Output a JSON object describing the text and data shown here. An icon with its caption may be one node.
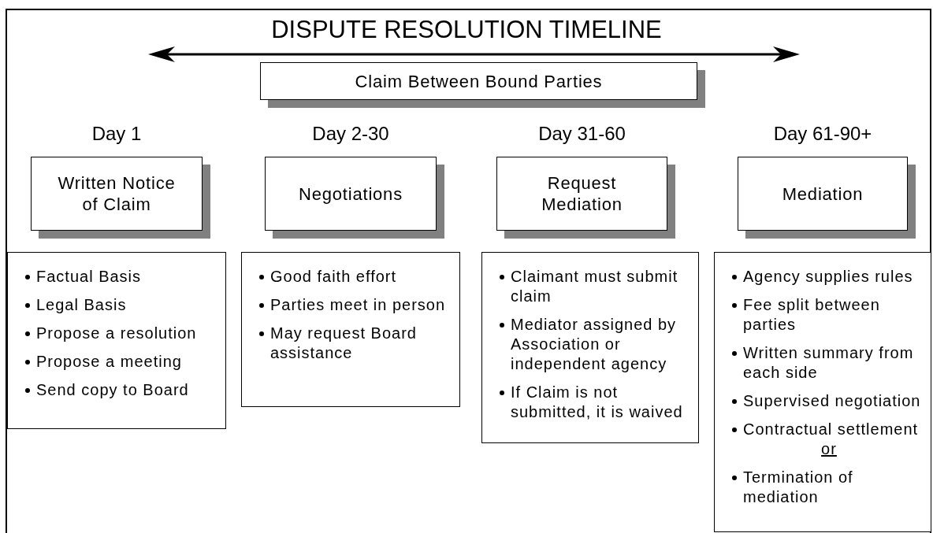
{
  "diagram": {
    "title": "DISPUTE RESOLUTION TIMELINE",
    "nodes": [
      {
        "text": [
          "Claim Between Bound Parties"
        ]
      },
      {
        "text": [
          "Day 1",
          "Written Notice of Claim"
        ]
      },
      {
        "text": [
          "Day 2-30",
          "Negotiations"
        ]
      },
      {
        "text": [
          "Day 31-60",
          "Request Mediation"
        ]
      },
      {
        "text": [
          "Day 61-90+",
          "Mediation"
        ]
      },
      {
        "text": [
          "Factual Basis",
          "Legal Basis",
          "Propose a resolution",
          "Propose a meeting",
          "Send copy to Board"
        ]
      },
      {
        "text": [
          "Good faith effort",
          "Parties meet in person",
          "May request Board assistance"
        ]
      },
      {
        "text": [
          "Claimant must submit claim",
          "Mediator assigned by Association or independent agency",
          "If Claim is not submitted, it is waived"
        ]
      },
      {
        "text": [
          "Agency supplies rules",
          "Fee split between parties",
          "Written summary from each side",
          "Supervised negotiation",
          "Contractual settlement",
          "Termination of mediation"
        ]
      }
    ],
    "labels": [
      "or"
    ]
  }
}
